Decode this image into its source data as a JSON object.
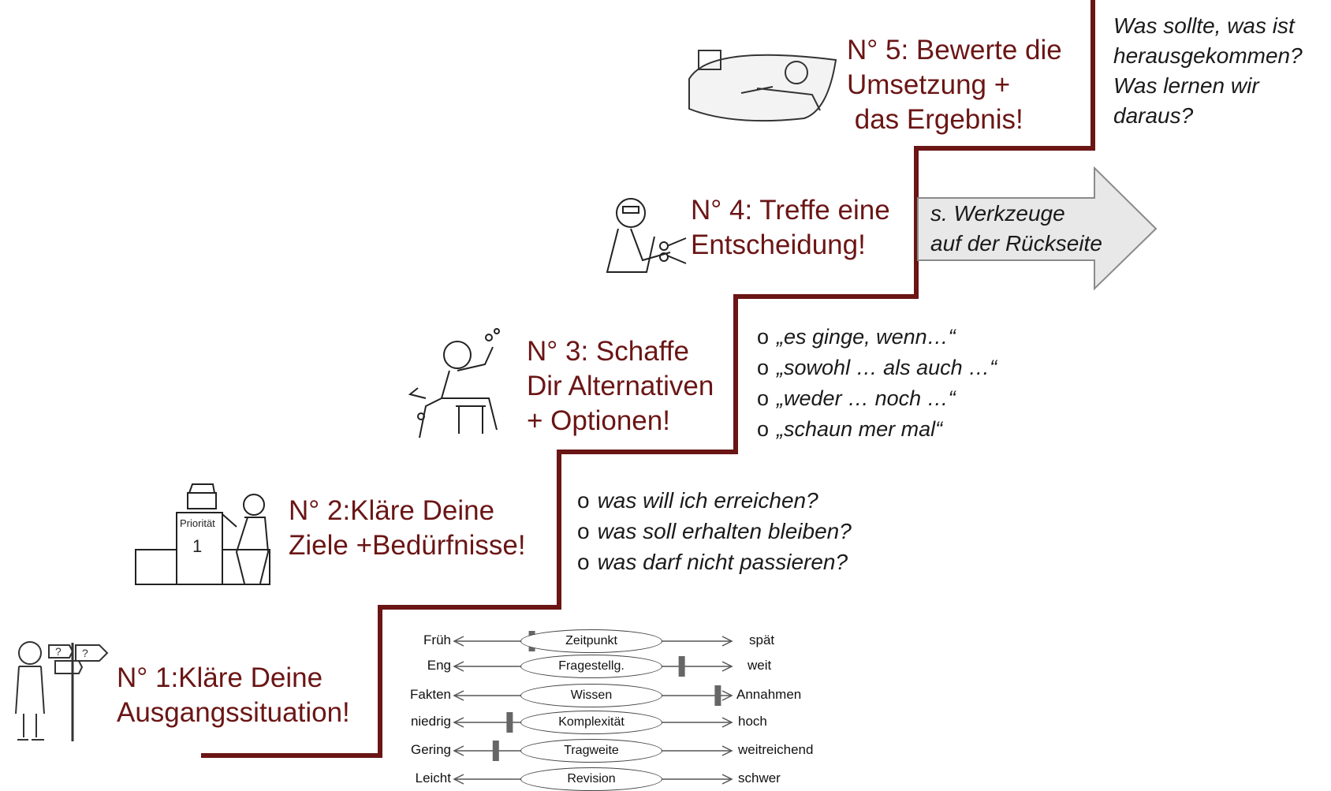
{
  "colors": {
    "stair": "#6b1515",
    "title": "#6b1515",
    "arrow_fill": "#e8e8e8",
    "arrow_stroke": "#8a8a8a"
  },
  "steps": [
    {
      "title": "N° 1:Kläre Deine\nAusgangssituation!",
      "icon": "signpost-thinker-icon"
    },
    {
      "title": "N° 2:Kläre Deine\nZiele +Bedürfnisse!",
      "icon": "priority-podium-icon",
      "podium_label": "Priorität",
      "podium_number": "1",
      "notes": [
        "was will ich erreichen?",
        "was soll erhalten bleiben?",
        "was darf nicht passieren?"
      ]
    },
    {
      "title": "N° 3: Schaffe\nDir Alternativen\n+ Optionen!",
      "icon": "juggler-icon",
      "notes": [
        "„es ginge, wenn…“",
        "„sowohl … als auch …“",
        "„weder … noch …“",
        "„schaun mer mal“"
      ]
    },
    {
      "title": "N° 4: Treffe eine\nEntscheidung!",
      "icon": "scissors-man-icon",
      "arrow_text": [
        "s. Werkzeuge",
        "auf der Rückseite"
      ]
    },
    {
      "title": "N° 5: Bewerte die\nUmsetzung +\n das Ergebnis!",
      "icon": "sleeping-man-icon",
      "notes": [
        "Was sollte, was ist",
        "herausgekommen?",
        "Was lernen wir",
        "daraus?"
      ]
    }
  ],
  "sliders": [
    {
      "left": "Früh",
      "center": "Zeitpunkt",
      "right": "spät",
      "marker": 0.28
    },
    {
      "left": "Eng",
      "center": "Fragestellg.",
      "right": "weit",
      "marker": 0.82
    },
    {
      "left": "Fakten",
      "center": "Wissen",
      "right": "Annahmen",
      "marker": 0.95
    },
    {
      "left": "niedrig",
      "center": "Komplexität",
      "right": "hoch",
      "marker": 0.2
    },
    {
      "left": "Gering",
      "center": "Tragweite",
      "right": "weitreichend",
      "marker": 0.15
    },
    {
      "left": "Leicht",
      "center": "Revision",
      "right": "schwer",
      "marker": null
    }
  ]
}
